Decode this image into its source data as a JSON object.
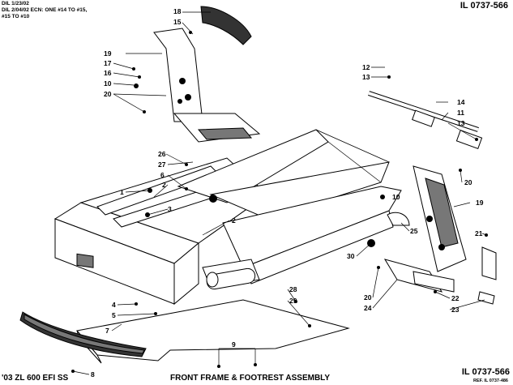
{
  "header": {
    "revision_notes": [
      "DIL 1/23/02",
      "DIL 2/04/02 ECN: ONE #14 TO #15,",
      "#15 TO #10"
    ],
    "illustration_id_top": "IL 0737-566"
  },
  "footer": {
    "model": "'03 ZL 600 EFI SS",
    "title": "FRONT FRAME & FOOTREST ASSEMBLY",
    "illustration_id_bottom": "IL 0737-566",
    "reference": "REF. IL 0737-486"
  },
  "callouts": [
    {
      "label": "18"
    },
    {
      "label": "15"
    },
    {
      "label": "19"
    },
    {
      "label": "17"
    },
    {
      "label": "16"
    },
    {
      "label": "10"
    },
    {
      "label": "20"
    },
    {
      "label": "12"
    },
    {
      "label": "13"
    },
    {
      "label": "14"
    },
    {
      "label": "11"
    },
    {
      "label": "13"
    },
    {
      "label": "26"
    },
    {
      "label": "27"
    },
    {
      "label": "6"
    },
    {
      "label": "1"
    },
    {
      "label": "2"
    },
    {
      "label": "3"
    },
    {
      "label": "2"
    },
    {
      "label": "10"
    },
    {
      "label": "20"
    },
    {
      "label": "19"
    },
    {
      "label": "25"
    },
    {
      "label": "21"
    },
    {
      "label": "30"
    },
    {
      "label": "22"
    },
    {
      "label": "20"
    },
    {
      "label": "24"
    },
    {
      "label": "23"
    },
    {
      "label": "28"
    },
    {
      "label": "29"
    },
    {
      "label": "4"
    },
    {
      "label": "5"
    },
    {
      "label": "7"
    },
    {
      "label": "9"
    },
    {
      "label": "8"
    }
  ]
}
